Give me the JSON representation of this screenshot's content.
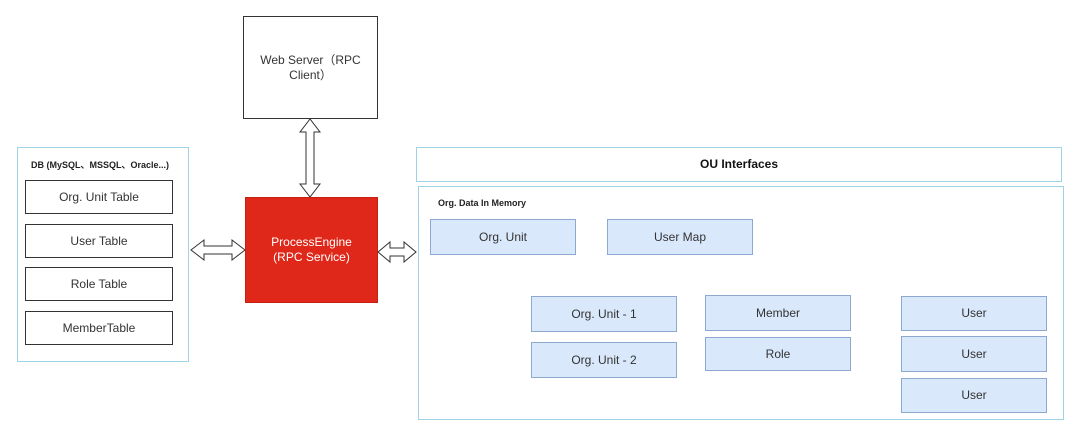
{
  "web_server": {
    "line1": "Web Server（RPC",
    "line2": "Client）"
  },
  "db": {
    "title": "DB (MySQL、MSSQL、Oracle...)",
    "tables": [
      "Org. Unit Table",
      "User Table",
      "Role Table",
      "MemberTable"
    ]
  },
  "engine": {
    "line1": "ProcessEngine",
    "line2": "(RPC Service)"
  },
  "ou_interfaces": {
    "title": "OU Interfaces"
  },
  "memory": {
    "title": "Org. Data In Memory",
    "org_unit": "Org. Unit",
    "user_map": "User Map",
    "org_unit_1": "Org. Unit - 1",
    "org_unit_2": "Org. Unit - 2",
    "member": "Member",
    "role": "Role",
    "users": [
      "User",
      "User",
      "User"
    ]
  },
  "colors": {
    "engine_fill": "#e0281a",
    "node_fill": "#dae8fc",
    "panel_border": "#9fd4e8"
  }
}
